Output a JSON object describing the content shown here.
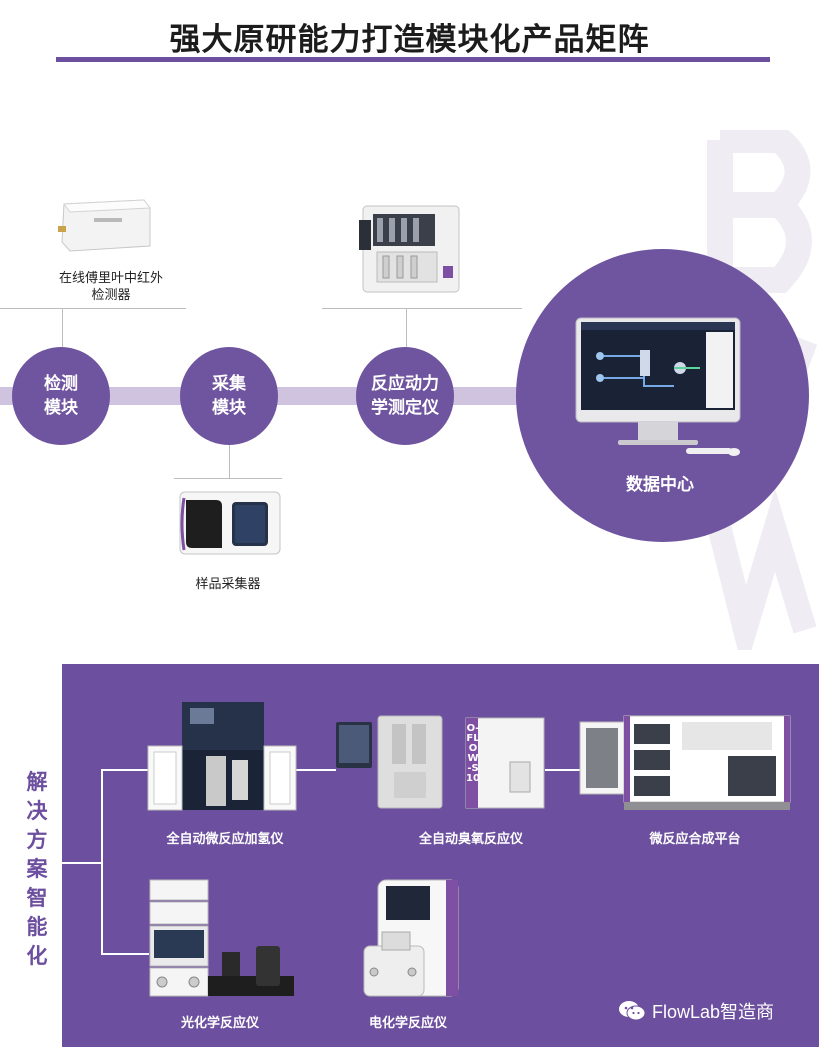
{
  "title": "强大原研能力打造模块化产品矩阵",
  "top": {
    "circles": {
      "detection": [
        "检测",
        "模块"
      ],
      "collection": [
        "采集",
        "模块"
      ],
      "kinetics": [
        "反应动力",
        "学测定仪"
      ],
      "data_center": "数据中心"
    },
    "captions": {
      "ftir": [
        "在线傅里叶中红外",
        "检测器"
      ],
      "sampler": "样品采集器"
    }
  },
  "solutions": {
    "side_label": [
      "解",
      "决",
      "方",
      "案",
      "智",
      "能",
      "化"
    ],
    "products": {
      "hydrogenation": "全自动微反应加氢仪",
      "ozone": "全自动臭氧反应仪",
      "micro_platform": "微反应合成平台",
      "photochem": "光化学反应仪",
      "electrochem": "电化学反应仪"
    },
    "ozone_device_label": "O-FLOW-S10"
  },
  "credit": "FlowLab智造商",
  "colors": {
    "accent": "#6c4f9e",
    "band": "#cfc3df"
  },
  "icons": [
    "wechat-icon"
  ]
}
